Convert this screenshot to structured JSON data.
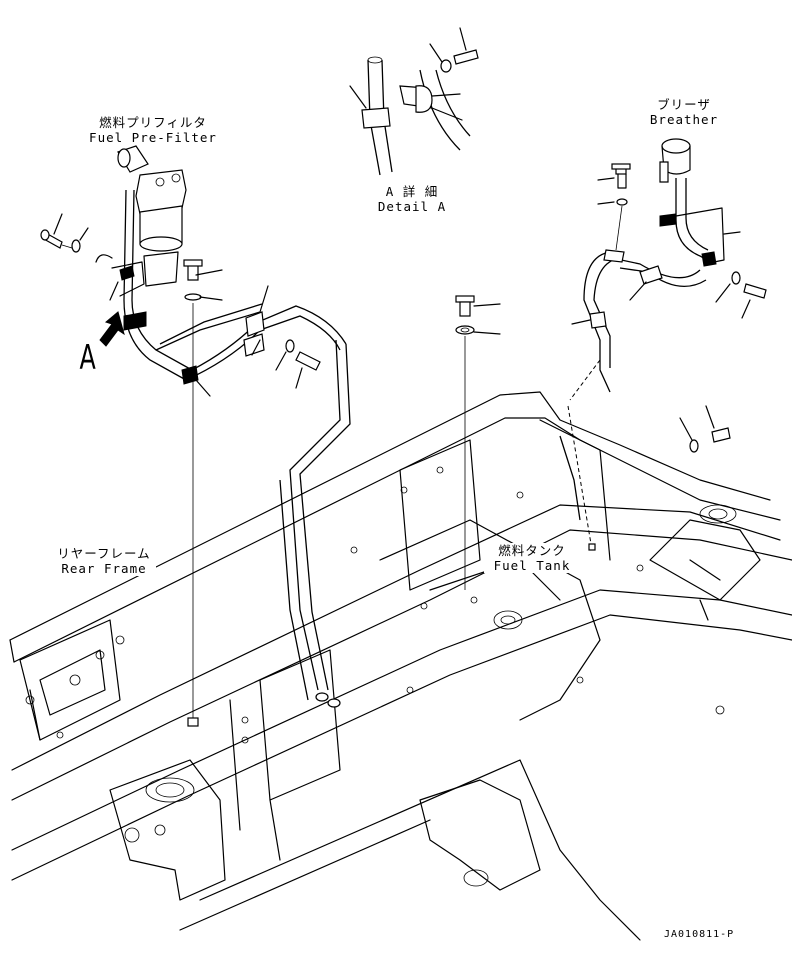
{
  "labels": {
    "fuel_prefilter_jp": "燃料プリフィルタ",
    "fuel_prefilter_en": "Fuel Pre-Filter",
    "detail_a_jp": "A 詳 細",
    "detail_a_en": "Detail A",
    "breather_jp": "ブリーザ",
    "breather_en": "Breather",
    "rear_frame_jp": "リヤーフレーム",
    "rear_frame_en": "Rear Frame",
    "fuel_tank_jp": "燃料タンク",
    "fuel_tank_en": "Fuel Tank",
    "view_marker": "A",
    "drawing_code": "JA010811-P"
  }
}
